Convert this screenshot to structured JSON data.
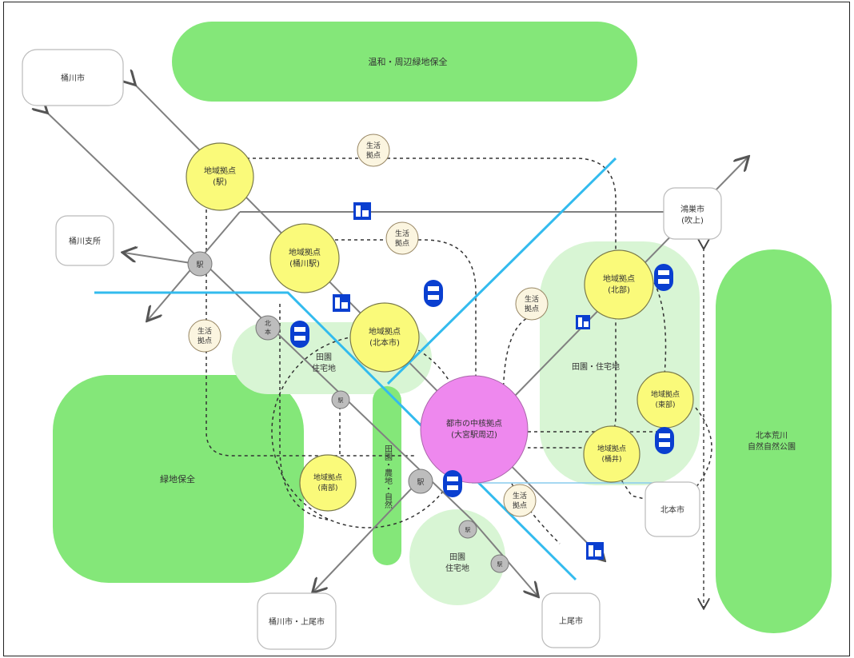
{
  "colors": {
    "green_zone": "#84e779",
    "light_green_zone": "#d8f5d4",
    "yellow_hub": "#fafa7a",
    "hub_stroke": "#7a7a4a",
    "central_hub": "#ee88ee",
    "rail_line": "#808080",
    "water_line": "#33bbee",
    "station_gray": "#bdbdbd",
    "icon_blue": "#0a3fd0"
  },
  "zones": {
    "top_green": "温和・周辺緑地保全",
    "left_green": "緑地保全",
    "right_green": "北本荒川\n自然自然公園",
    "center_strip": "田園・農地・自然",
    "zone_a": "田園\n住宅地",
    "zone_b": "田園・住宅地",
    "zone_c": "田園\n住宅地"
  },
  "cities": {
    "top_left": "桶川市",
    "left_mid": "桶川支所",
    "right_top": "鴻巣市\n(吹上)",
    "right_bottom": "北本市",
    "bottom_left": "桶川市・上尾市",
    "bottom_right": "上尾市"
  },
  "hubs": {
    "h1": "地域拠点\n(駅)",
    "h2": "地域拠点\n(桶川駅)",
    "h3": "地域拠点\n(北本市)",
    "h4": "地域拠点\n(北部)",
    "h5": "地域拠点\n(東部)",
    "h6": "地域拠点\n(桶井)",
    "h7": "地域拠点\n(南部)",
    "central": "都市の中核拠点\n(大宮駅周辺)"
  },
  "life_hubs": {
    "label": "生活\n拠点"
  },
  "stations": {
    "s1": "駅",
    "s2": "北\n本",
    "s3": "駅",
    "s4": "駅",
    "s5": "駅",
    "s6": "駅"
  }
}
